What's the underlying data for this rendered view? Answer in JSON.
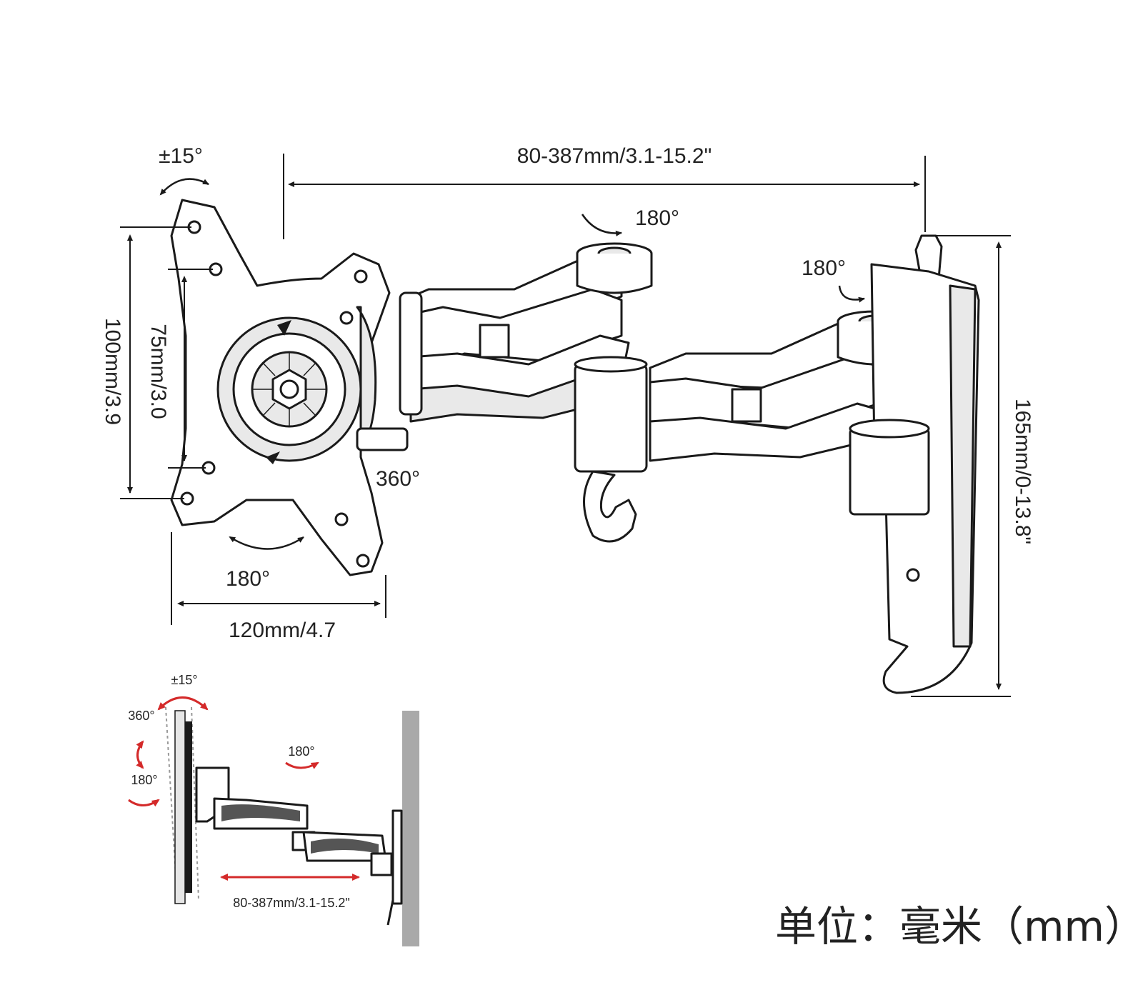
{
  "main_drawing": {
    "reach_label": "80-387mm/3.1-15.2\"",
    "tilt_label": "±15°",
    "swivel_arm_label": "180°",
    "swivel_wall_label": "180°",
    "rotation_label": "360°",
    "plate_swivel_label": "180°",
    "vesa_100_label": "100mm/3.9",
    "vesa_75_label": "75mm/3.0",
    "width_label": "120mm/4.7",
    "height_label": "165mm/0-13.8\""
  },
  "side_view": {
    "tilt_label": "±15°",
    "rotation_label": "360°",
    "swivel_plate_label": "180°",
    "swivel_arm_label": "180°",
    "reach_label": "80-387mm/3.1-15.2\""
  },
  "unit_note": "单位：毫米（mm）",
  "colors": {
    "line": "#1a1a1a",
    "arrow_red": "#d42a2a",
    "wall_gray": "#a9a9a9"
  }
}
